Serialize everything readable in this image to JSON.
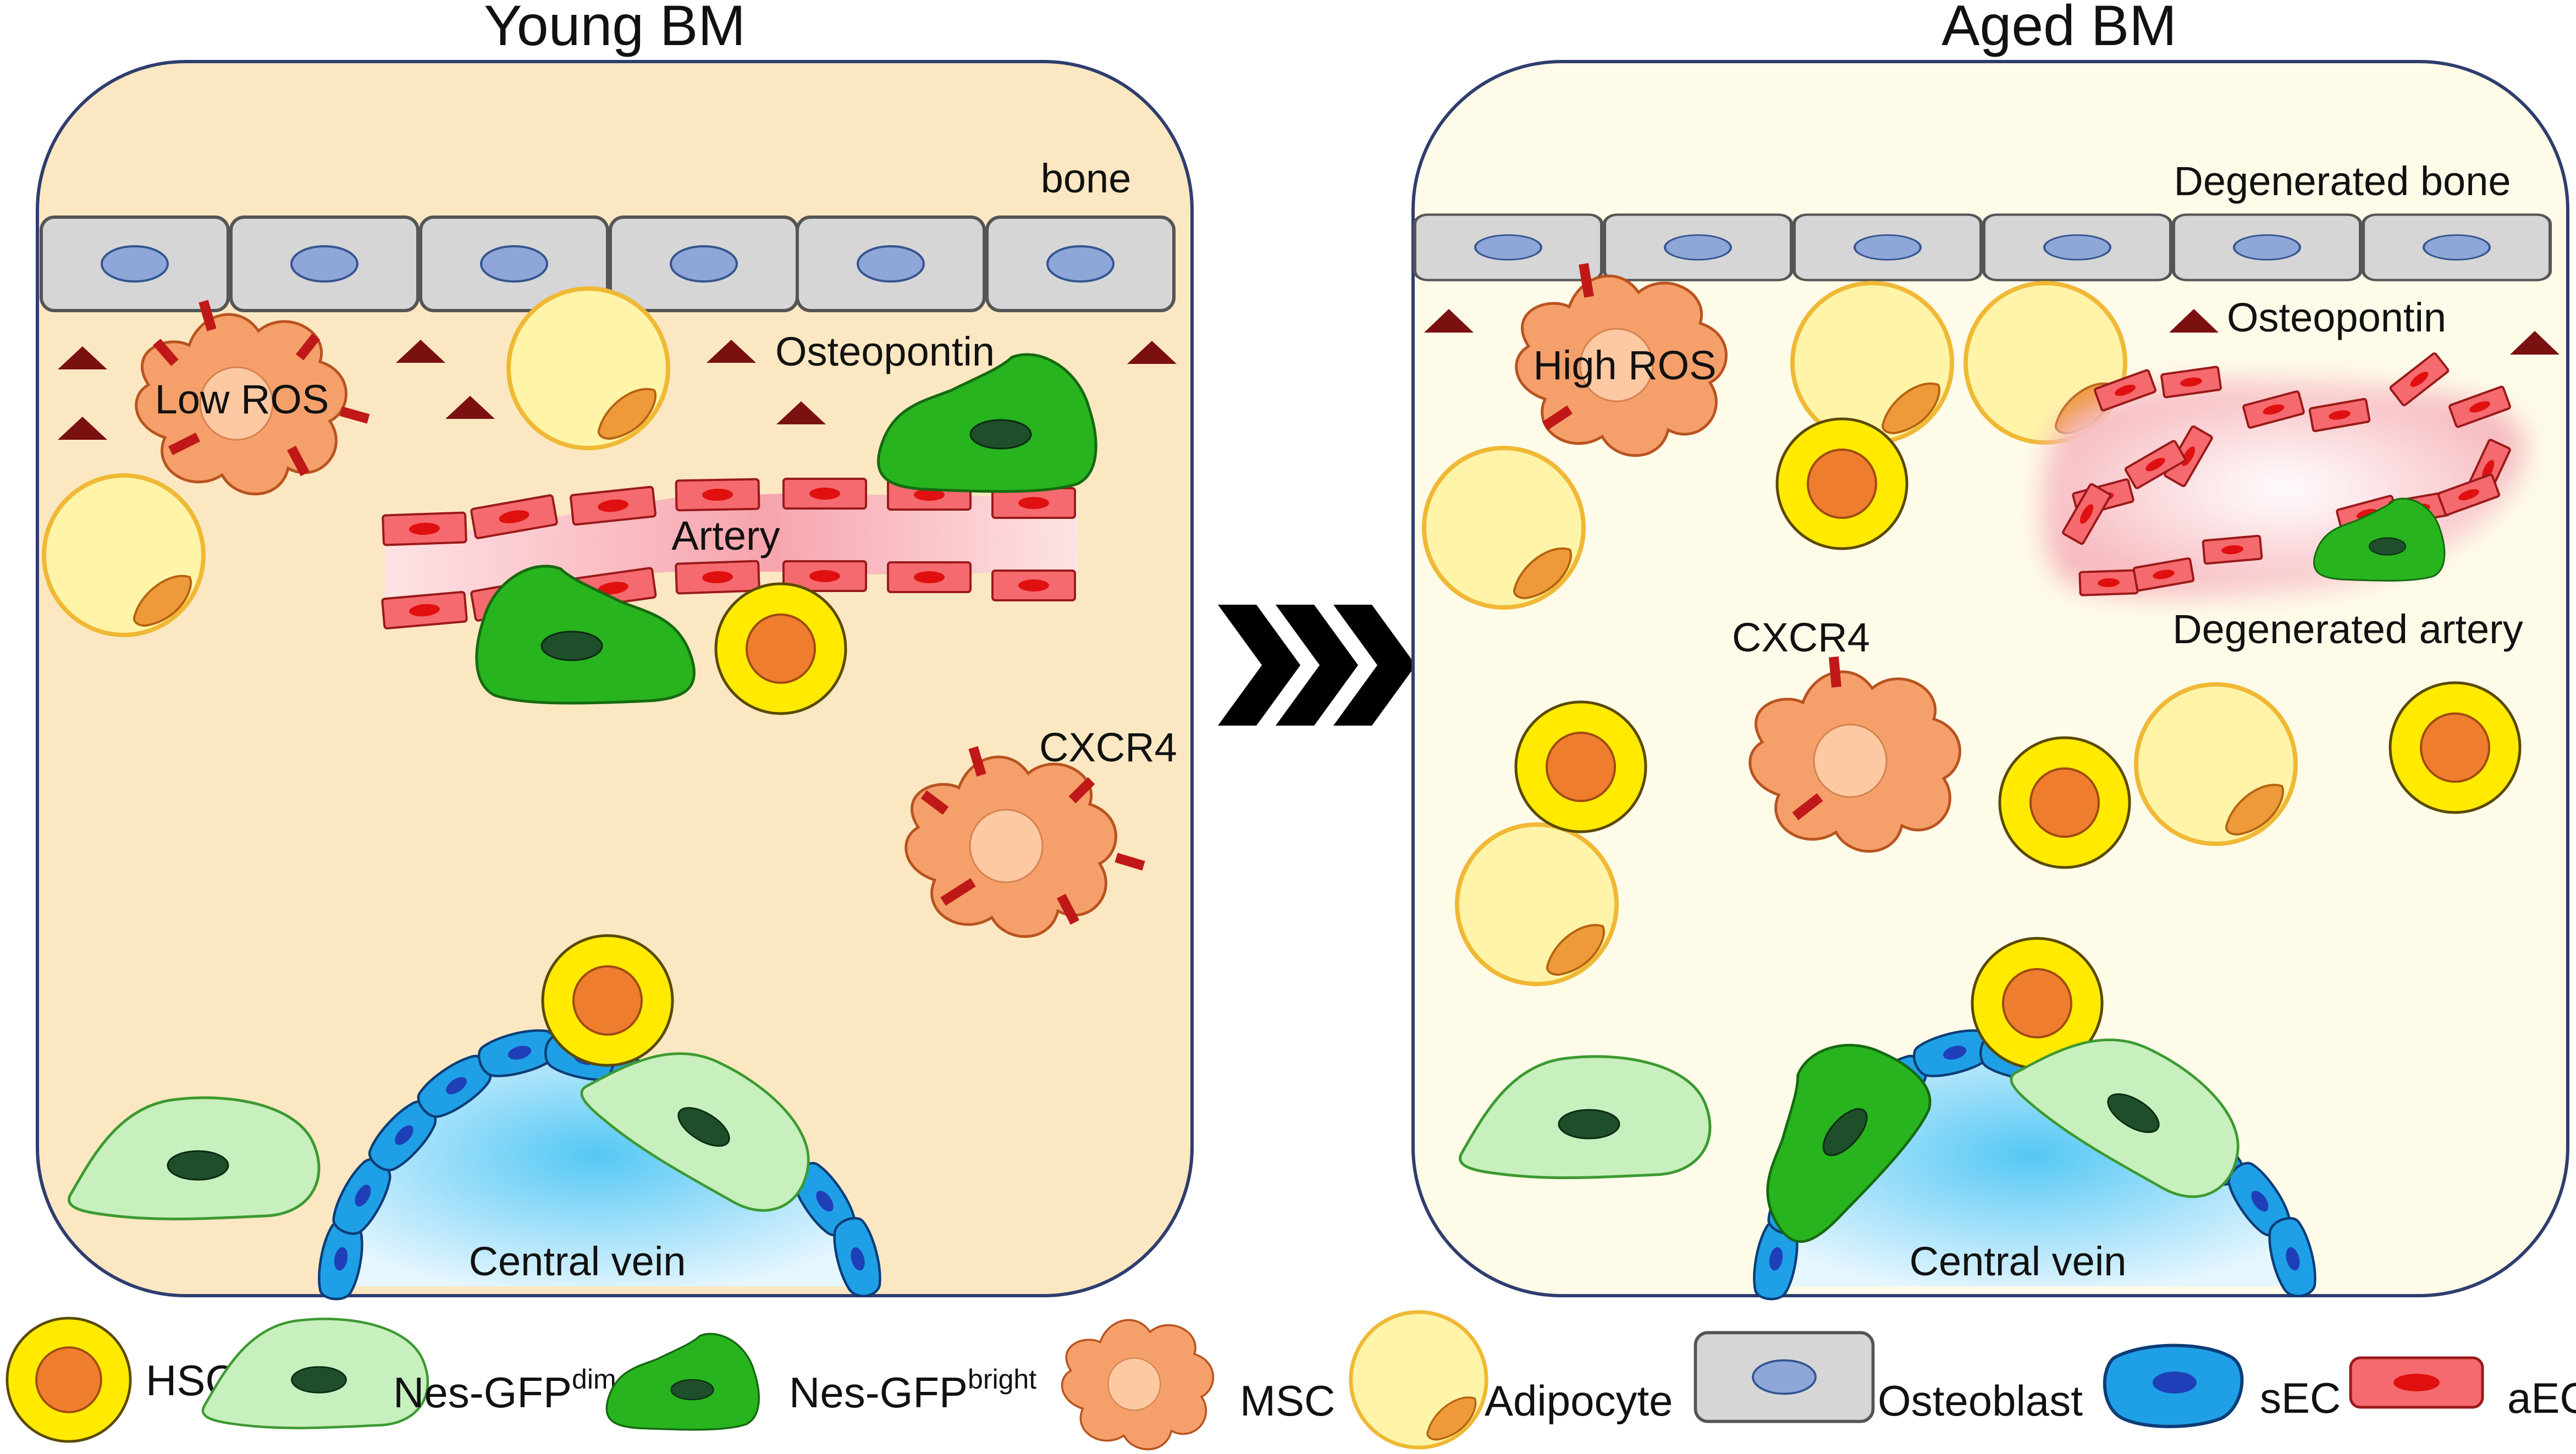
{
  "panels": {
    "young": {
      "title": "Young BM",
      "bone_label": "bone",
      "ros_label": "Low ROS",
      "osteopontin_label": "Osteopontin",
      "artery_label": "Artery",
      "cxcr4_label": "CXCR4",
      "vein_label": "Central vein"
    },
    "aged": {
      "title": "Aged BM",
      "bone_label": "Degenerated bone",
      "ros_label": "High ROS",
      "osteopontin_label": "Osteopontin",
      "artery_label": "Degenerated artery",
      "cxcr4_label": "CXCR4",
      "vein_label": "Central vein"
    }
  },
  "transition_icon": "triple-chevron-right-icon",
  "legend": {
    "hsc": "HSC",
    "nes_dim_base": "Nes-GFP",
    "nes_dim_sup": "dim",
    "nes_bright_base": "Nes-GFP",
    "nes_bright_sup": "bright",
    "msc": "MSC",
    "adipocyte": "Adipocyte",
    "osteoblast": "Osteoblast",
    "sec": "sEC",
    "aec": "aEC"
  },
  "colors": {
    "young_background": "#fbe8c2",
    "aged_background": "#fefbe9",
    "panel_border": "#2f3d6e",
    "osteoblast_fill": "#d6d6d6",
    "osteoblast_nucleus": "#8ea6d8",
    "hsc_outer": "#ffea00",
    "hsc_inner": "#ef7d2e",
    "msc_fill": "#f5a06b",
    "msc_nucleus": "#fcc9a3",
    "receptor": "#c01818",
    "adipocyte_fill": "#fff4a8",
    "adipocyte_nucleus": "#ee9a3a",
    "nes_dim_fill": "#c8efbe",
    "nes_bright_fill": "#27b41e",
    "sec_fill": "#1fa0e6",
    "sec_nucleus": "#1f3fb8",
    "aec_fill": "#f56a6e",
    "aec_nucleus": "#e01010",
    "osteopontin": "#7a1010"
  }
}
